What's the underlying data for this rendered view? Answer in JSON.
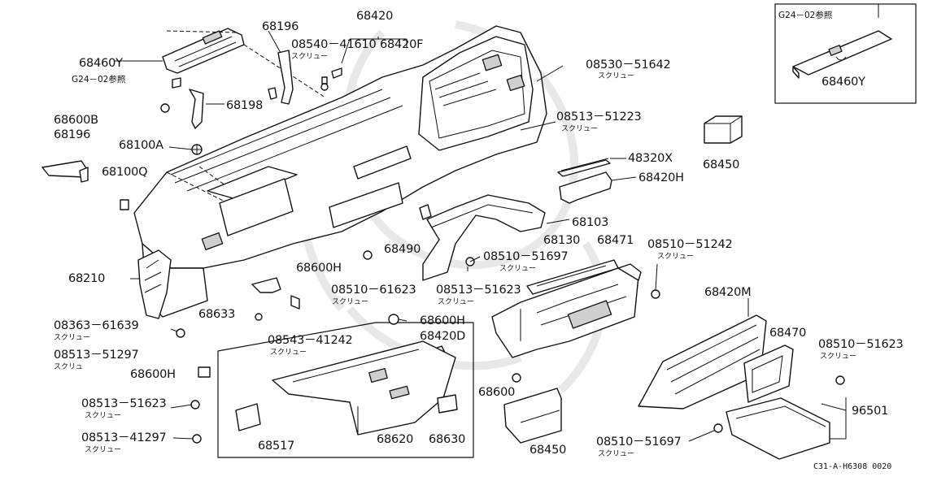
{
  "inset": {
    "ref_text": "G24－02参照",
    "part_number": "68460Y"
  },
  "labels": {
    "p68420": "68420",
    "p68196_top": "68196",
    "p08540_41610": "08540－41610",
    "p68420F": "68420F",
    "p68460Y": "68460Y",
    "g24_ref": "G24－02参照",
    "p68198": "68198",
    "p68600B": "68600B",
    "p68196_left": "68196",
    "p68100A": "68100A",
    "p68100Q": "68100Q",
    "p08530_51642": "08530－51642",
    "p08513_51223": "08513－51223",
    "p48320X": "48320X",
    "p68450_right": "68450",
    "p68420H": "68420H",
    "p68103": "68103",
    "p68490": "68490",
    "p68130": "68130",
    "p68471": "68471",
    "p08510_51242": "08510－51242",
    "p08510_51697_mid": "08510－51697",
    "p68210": "68210",
    "p68600H_mid": "68600H",
    "p68633": "68633",
    "p08510_61623": "08510－61623",
    "p08513_51623_mid": "08513－51623",
    "p68420M": "68420M",
    "p08363_61639": "08363－61639",
    "p68600H_box": "68600H",
    "p08543_41242": "08543－41242",
    "p68420D": "68420D",
    "p68470": "68470",
    "p08510_51623": "08510－51623",
    "p08513_51297": "08513－51297",
    "p68600H_left": "68600H",
    "p68600": "68600",
    "p08513_51623_left": "08513－51623",
    "p96501": "96501",
    "p08513_41297": "08513－41297",
    "p68517": "68517",
    "p68620": "68620",
    "p68630": "68630",
    "p68450_bottom": "68450",
    "p08510_51697_bottom": "08510－51697"
  },
  "screw": "スクリュー",
  "screw_short": "スクリュ",
  "diagram_code": "C31-A-H6308 0020"
}
